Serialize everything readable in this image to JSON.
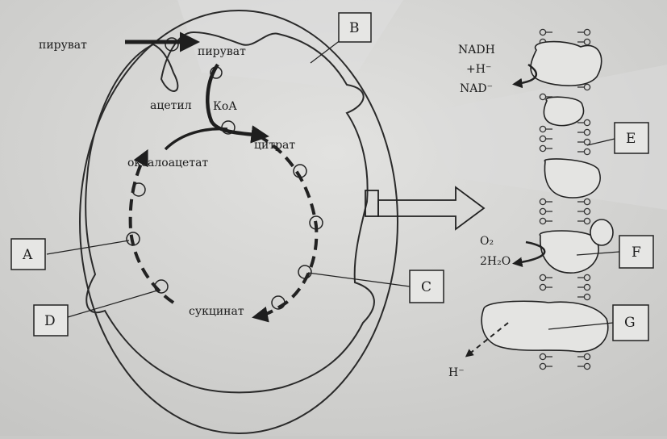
{
  "diagram": {
    "labels": {
      "piruvat_outside": "пируват",
      "piruvat_inside": "пируват",
      "acetyl": "ацетил",
      "koa": "КоА",
      "citrat": "цитрат",
      "oxaloacetat": "оксалоацетат",
      "succinat": "сукцинат",
      "nadh": "NADH",
      "h_plus": "+H⁻",
      "nad": "NAD⁻",
      "o2": "O₂",
      "h2o": "2H₂O",
      "h_minus": "H⁻"
    },
    "boxes": {
      "A": "A",
      "B": "B",
      "C": "C",
      "D": "D",
      "E": "E",
      "F": "F",
      "G": "G"
    }
  }
}
